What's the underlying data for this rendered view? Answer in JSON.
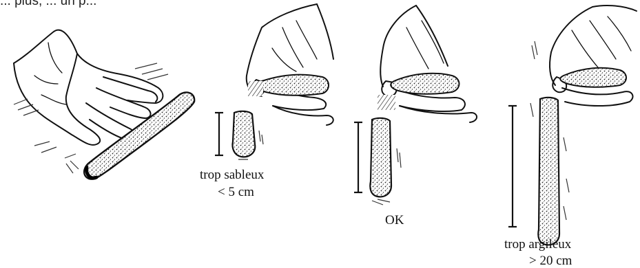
{
  "top_text_fragment": "... plus, ... un p...",
  "panels": [
    {
      "id": "rolling",
      "caption_lines": []
    },
    {
      "id": "sandy",
      "caption_lines": [
        "trop sableux",
        "< 5 cm"
      ]
    },
    {
      "id": "ok",
      "caption_lines": [
        "OK"
      ]
    },
    {
      "id": "clayey",
      "caption_lines": [
        "trop argileux",
        "> 20 cm"
      ]
    }
  ],
  "colors": {
    "ink": "#111111",
    "background": "#ffffff"
  }
}
